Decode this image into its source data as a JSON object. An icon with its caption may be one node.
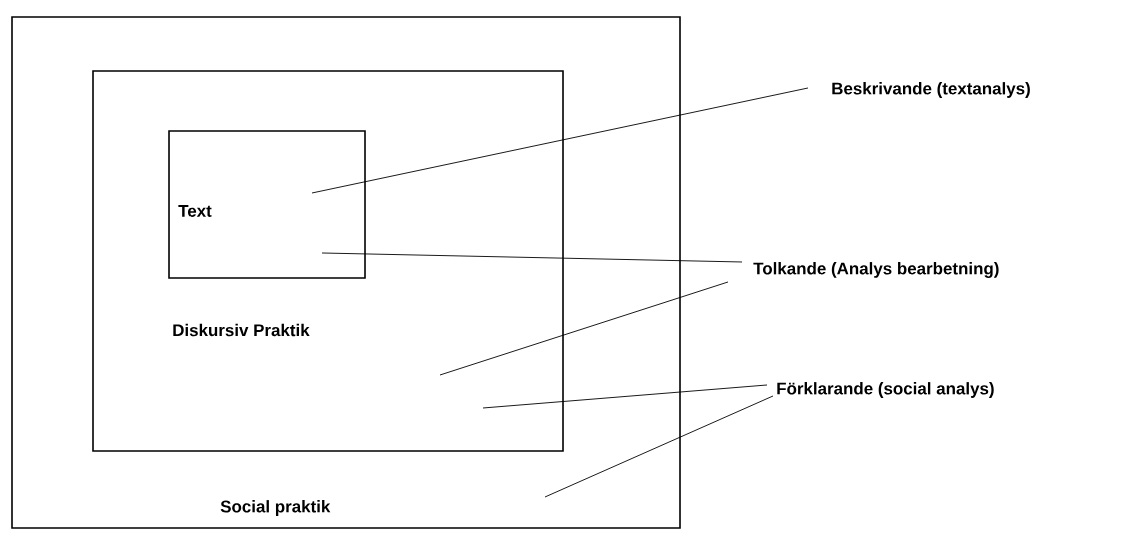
{
  "diagram": {
    "nodes": [
      {
        "text": [
          "Social praktik"
        ]
      },
      {
        "text": [
          "Diskursiv Praktik"
        ],
        "in": 0
      },
      {
        "text": [
          "Text"
        ],
        "in": 1
      },
      {
        "text": [
          "Beskrivande (textanalys)"
        ]
      },
      {
        "text": [
          "Tolkande (Analys bearbetning)"
        ]
      },
      {
        "text": [
          "Förklarande (social analys)"
        ]
      }
    ],
    "edges": [
      {
        "from": 3,
        "to": 2,
        "arrow": "none"
      },
      {
        "from": 4,
        "to": 2,
        "arrow": "none"
      },
      {
        "from": 4,
        "to": 1,
        "arrow": "none"
      },
      {
        "from": 5,
        "to": 1,
        "arrow": "none"
      },
      {
        "from": 5,
        "to": 0,
        "arrow": "none"
      }
    ]
  }
}
